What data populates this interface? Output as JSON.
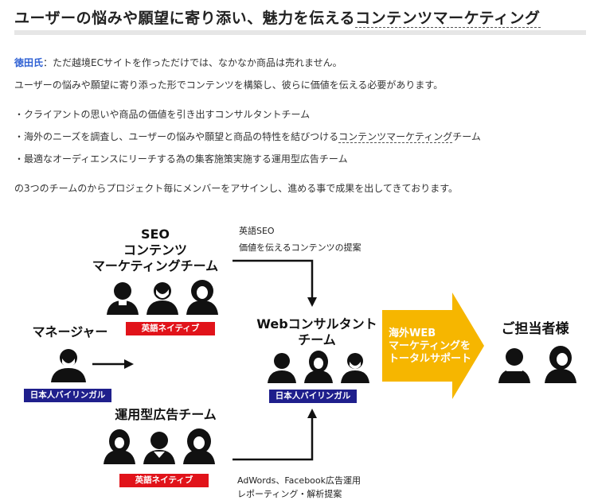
{
  "header": {
    "title_main": "ユーザーの悩みや願望に寄り添い、魅力を伝える",
    "title_link": "コンテンツマーケティング"
  },
  "intro": {
    "speaker": "徳田氏",
    "line1": "：ただ越境ECサイトを作っただけでは、なかなか商品は売れません。",
    "line2": "ユーザーの悩みや願望に寄り添った形でコンテンツを構築し、彼らに価値を伝える必要があります。"
  },
  "bullets": {
    "b1": "・クライアントの思いや商品の価値を引き出すコンサルタントチーム",
    "b2_pre": "・海外のニーズを調査し、ユーザーの悩みや願望と商品の特性を結びつける",
    "b2_link": "コンテンツマーケティング",
    "b2_post": "チーム",
    "b3": "・最適なオーディエンスにリーチする為の集客施策実施する運用型広告チーム"
  },
  "closing": "の3つのチームのからプロジェクト毎にメンバーをアサインし、進める事で成果を出してきております。",
  "diagram": {
    "seo_team": {
      "l1": "SEO",
      "l2": "コンテンツ",
      "l3": "マーケティングチーム",
      "badge": "英語ネイティブ"
    },
    "seo_note": {
      "l1": "英語SEO",
      "l2": "価値を伝えるコンテンツの提案"
    },
    "manager": {
      "label": "マネージャー",
      "badge": "日本人バイリンガル"
    },
    "web_team": {
      "l1": "Webコンサルタント",
      "l2": "チーム",
      "badge": "日本人バイリンガル"
    },
    "ads_team": {
      "label": "運用型広告チーム",
      "badge": "英語ネイティブ"
    },
    "ads_note": {
      "l1": "AdWords、Facebook広告運用",
      "l2": "レポーティング・解析提案"
    },
    "big_arrow": {
      "l1": "海外WEB",
      "l2": "マーケティングを",
      "l3": "トータルサポート",
      "color": "#f6b600"
    },
    "client": {
      "label": "ご担当者様"
    }
  },
  "colors": {
    "accent_blue": "#2d5fd3",
    "badge_red": "#e1131a",
    "badge_navy": "#1f1f8c"
  }
}
